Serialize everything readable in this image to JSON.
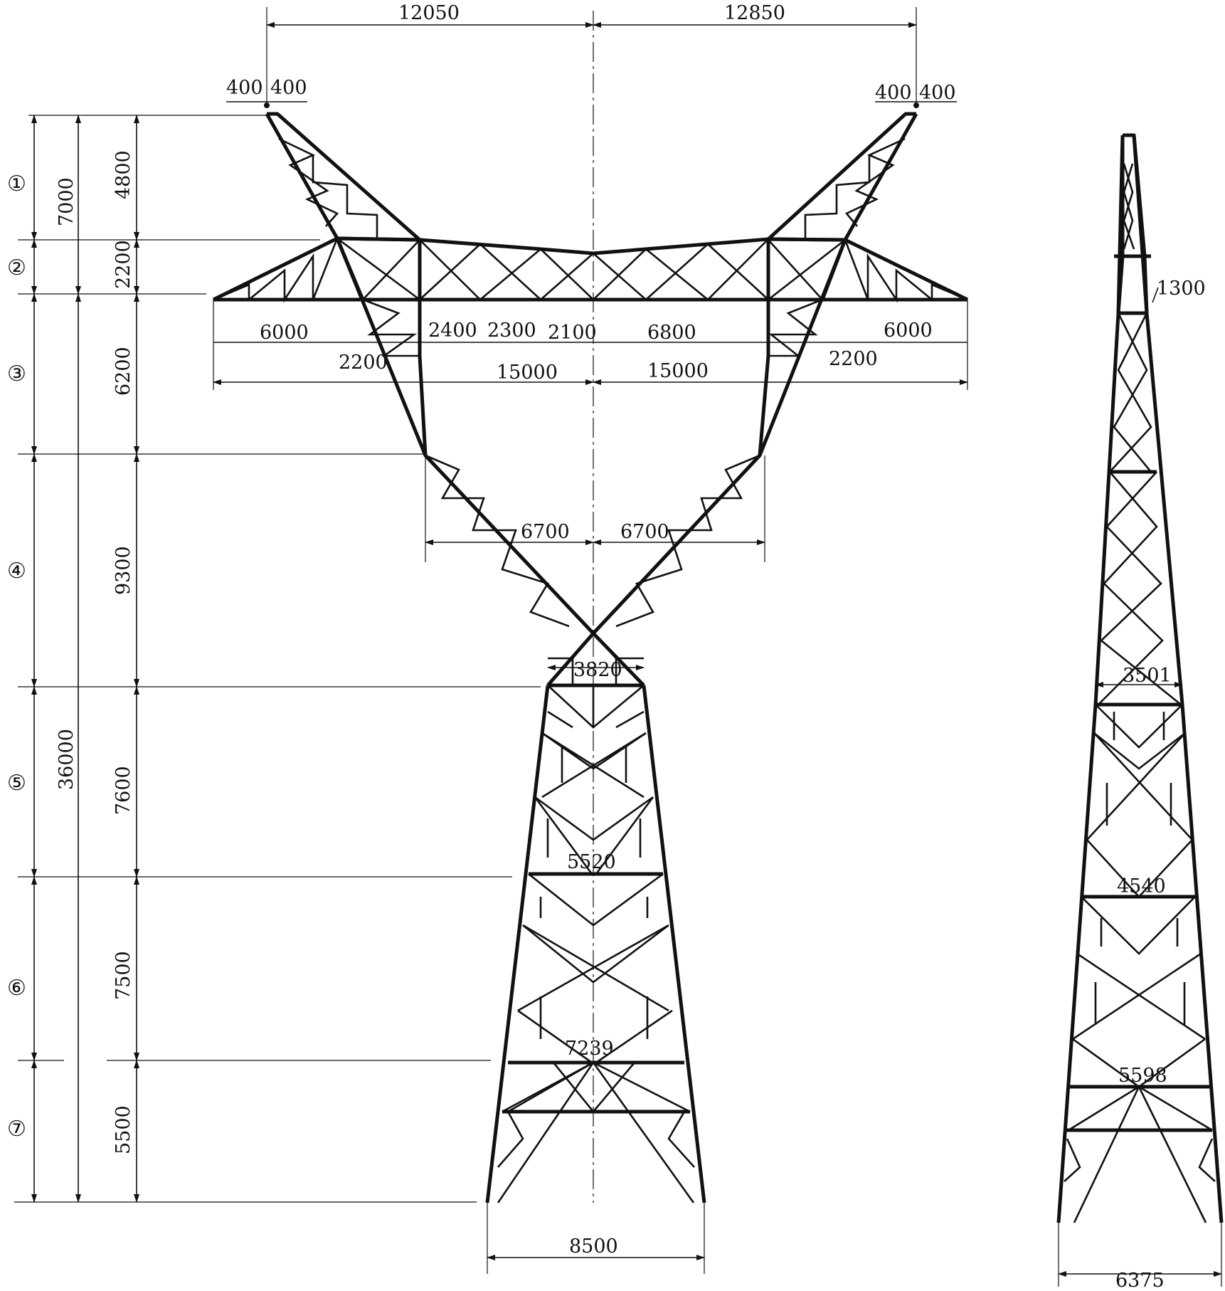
{
  "main_view": {
    "top_spans": [
      "12050",
      "12850"
    ],
    "clearances": [
      "400",
      "400",
      "400",
      "400"
    ],
    "crossarm_dims": [
      "6000",
      "2200",
      "2400",
      "2300",
      "2100",
      "6800",
      "2200",
      "6000"
    ],
    "half_spans": [
      "15000",
      "15000"
    ],
    "waist_spans": [
      "6700",
      "6700"
    ],
    "widths": [
      "3820",
      "5520",
      "7239",
      "8500"
    ]
  },
  "heights": {
    "section_marks": [
      "①",
      "②",
      "③",
      "④",
      "⑤",
      "⑥",
      "⑦"
    ],
    "segments": [
      "4800",
      "2200",
      "6200",
      "9300",
      "7600",
      "7500",
      "5500"
    ],
    "head_total": "7000",
    "body_total": "36000"
  },
  "side_view": {
    "widths": [
      "1300",
      "3501",
      "4540",
      "5598",
      "6375"
    ]
  }
}
